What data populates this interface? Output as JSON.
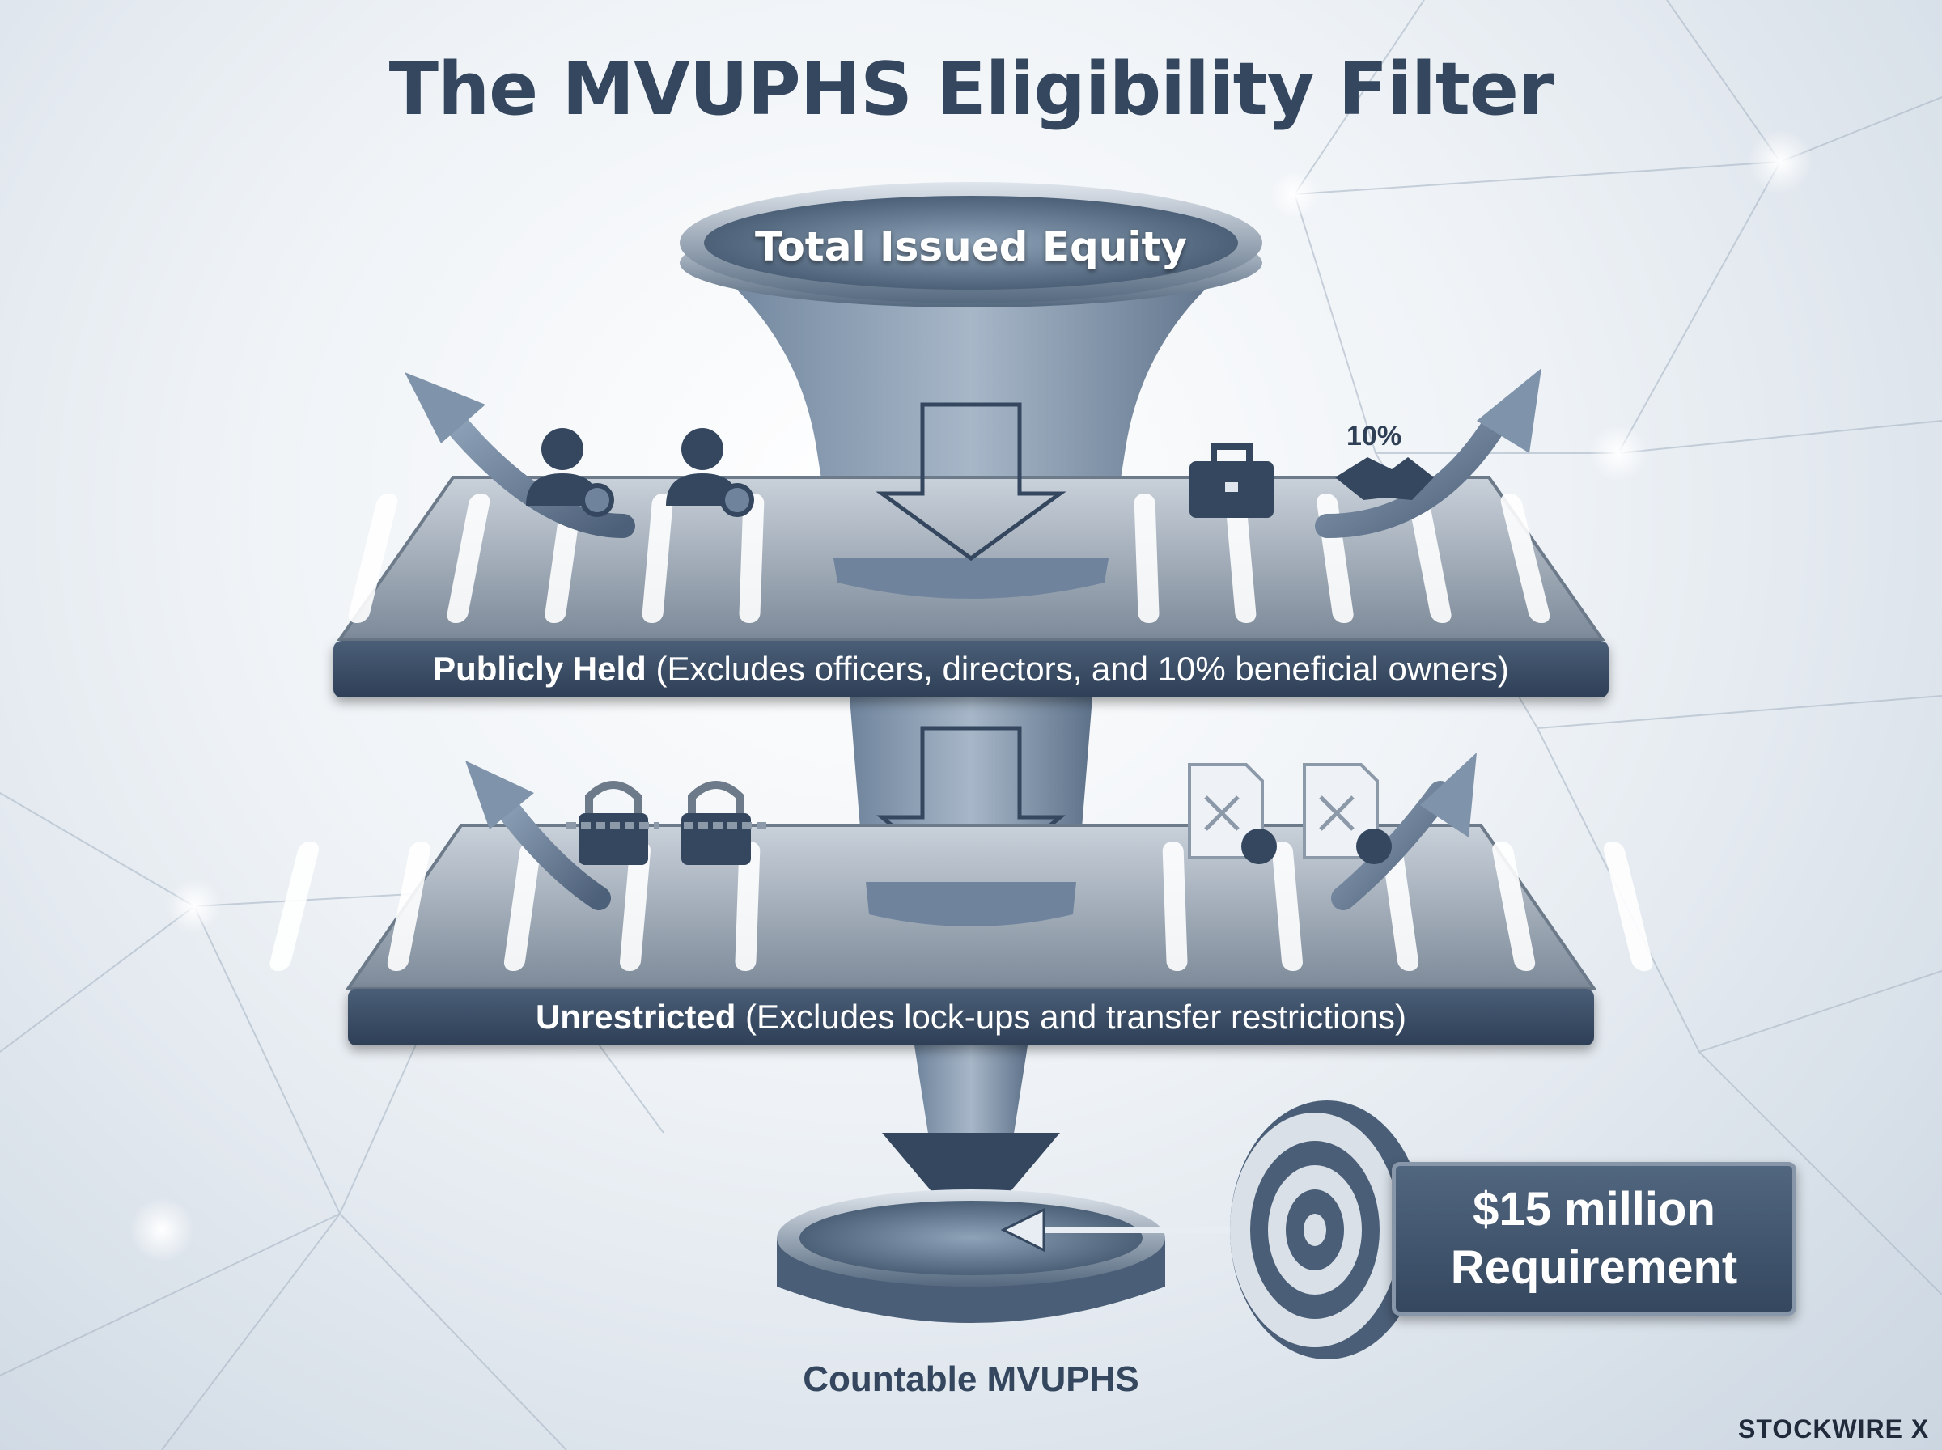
{
  "title": "The MVUPHS Eligibility Filter",
  "top_pool_label": "Total Issued Equity",
  "filter1": {
    "name": "Publicly Held",
    "detail": " (Excludes officers, directors, and 10% beneficial owners)",
    "icon_label": "10%",
    "icons": [
      "person-gear-icon",
      "person-gear-icon",
      "briefcase-icon",
      "handshake-icon"
    ]
  },
  "filter2": {
    "name": "Unrestricted",
    "detail": " (Excludes lock-ups and transfer restrictions)",
    "icons": [
      "chained-lock-icon",
      "chained-lock-icon",
      "rejected-document-icon",
      "rejected-document-icon"
    ]
  },
  "requirement": {
    "line1": "$15 million",
    "line2": "Requirement"
  },
  "result_label": "Countable MVUPHS",
  "brand": "STOCKWIRE X",
  "colors": {
    "navy": "#34475f",
    "slate": "#7f93aa",
    "steel": "#8c99a8",
    "text_light": "#ffffff"
  }
}
